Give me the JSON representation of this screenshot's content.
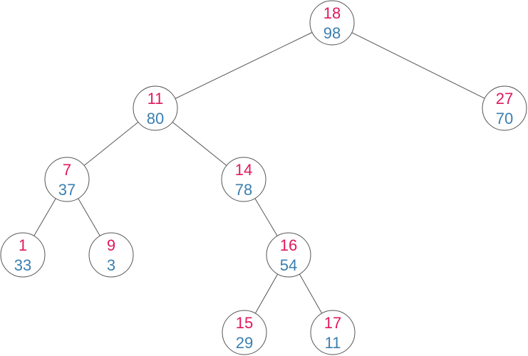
{
  "colors": {
    "key": "#e0185a",
    "priority": "#3a7fb0",
    "edge": "#555555",
    "node_border": "#555555",
    "background": "#ffffff"
  },
  "nodes": [
    {
      "id": "n18",
      "key": "18",
      "priority": "98"
    },
    {
      "id": "n11",
      "key": "11",
      "priority": "80"
    },
    {
      "id": "n27",
      "key": "27",
      "priority": "70"
    },
    {
      "id": "n7",
      "key": "7",
      "priority": "37"
    },
    {
      "id": "n14",
      "key": "14",
      "priority": "78"
    },
    {
      "id": "n1",
      "key": "1",
      "priority": "33"
    },
    {
      "id": "n9",
      "key": "9",
      "priority": "3"
    },
    {
      "id": "n16",
      "key": "16",
      "priority": "54"
    },
    {
      "id": "n15",
      "key": "15",
      "priority": "29"
    },
    {
      "id": "n17",
      "key": "17",
      "priority": "11"
    }
  ],
  "edges": [
    {
      "from": "n18",
      "to": "n11"
    },
    {
      "from": "n18",
      "to": "n27"
    },
    {
      "from": "n11",
      "to": "n7"
    },
    {
      "from": "n11",
      "to": "n14"
    },
    {
      "from": "n7",
      "to": "n1"
    },
    {
      "from": "n7",
      "to": "n9"
    },
    {
      "from": "n14",
      "to": "n16"
    },
    {
      "from": "n16",
      "to": "n15"
    },
    {
      "from": "n16",
      "to": "n17"
    }
  ]
}
